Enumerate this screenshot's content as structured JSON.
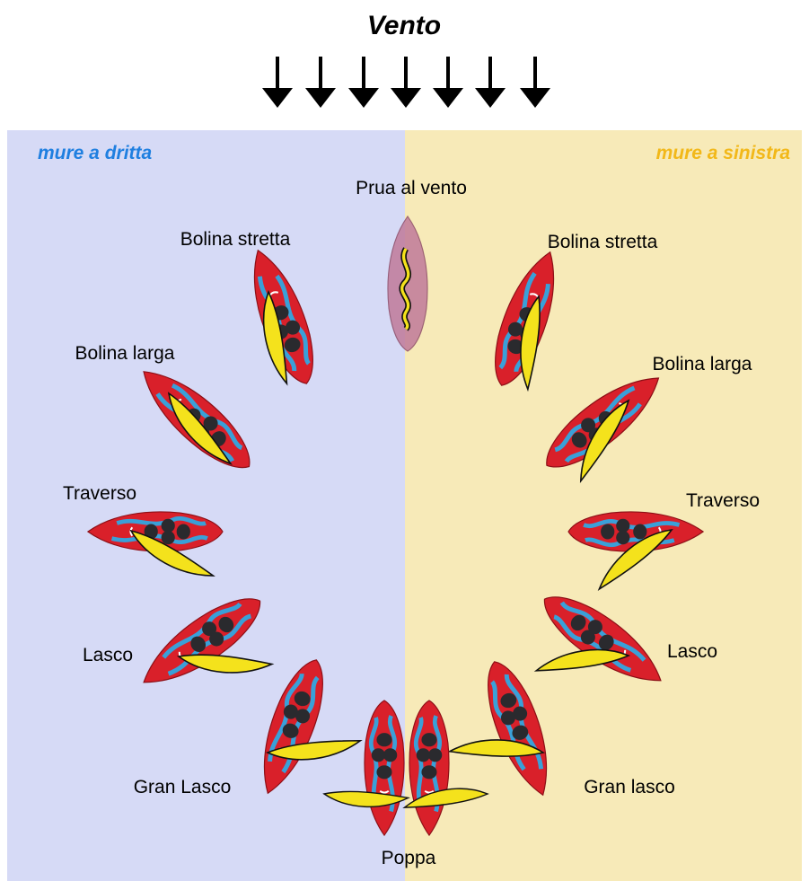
{
  "title": "Vento",
  "sides": {
    "left": "mure a dritta",
    "right": "mure a sinistra"
  },
  "labels": {
    "prua": "Prua al vento",
    "left_bolina_stretta": "Bolina stretta",
    "left_bolina_larga": "Bolina larga",
    "left_traverso": "Traverso",
    "left_lasco": "Lasco",
    "left_gran_lasco": "Gran Lasco",
    "poppa": "Poppa",
    "right_bolina_stretta": "Bolina stretta",
    "right_bolina_larga": "Bolina larga",
    "right_traverso": "Traverso",
    "right_lasco": "Lasco",
    "right_gran_lasco": "Gran lasco"
  },
  "colors": {
    "left_panel": "#d6daf6",
    "right_panel": "#f7eab8",
    "left_text": "#1f7fe0",
    "right_text": "#f2b819",
    "hull": "#d9202a",
    "sail": "#f4e21c",
    "deck_blue": "#3aa0d8"
  },
  "wind_arrow_count": 7
}
